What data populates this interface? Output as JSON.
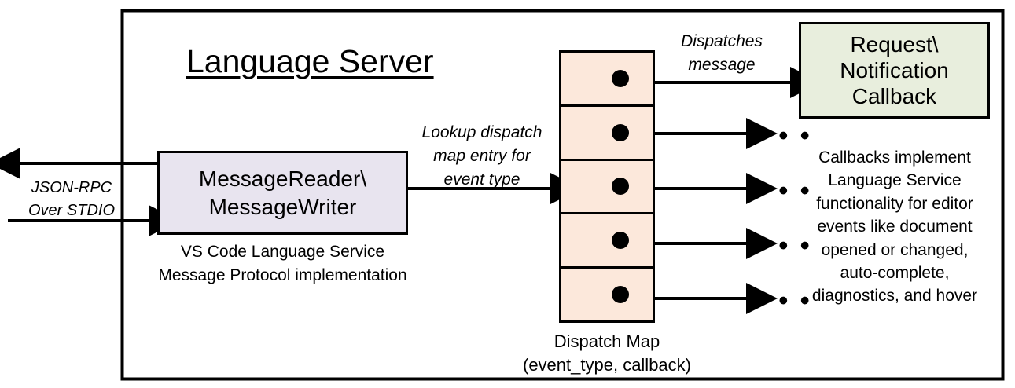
{
  "diagram": {
    "title": "Language Server",
    "nodes": {
      "message_reader": {
        "label": "MessageReader\\\nMessageWriter",
        "caption": "VS Code Language Service\nMessage Protocol implementation",
        "fill": "#e8e4ef"
      },
      "dispatch_map": {
        "caption": "Dispatch Map\n(event_type, callback)",
        "fill": "#fce8db",
        "cell_count": 5,
        "cells": [
          {
            "dot": "entry-dot"
          },
          {
            "dot": "entry-dot"
          },
          {
            "dot": "entry-dot"
          },
          {
            "dot": "entry-dot"
          },
          {
            "dot": "entry-dot"
          }
        ]
      },
      "callback": {
        "label": "Request\\\nNotification\nCallback",
        "caption": "Callbacks implement\nLanguage Service\nfunctionality for editor\nevents like document\nopened or changed,\nauto-complete,\ndiagnostics, and hover",
        "fill": "#e8eedd"
      }
    },
    "edges": {
      "json_rpc": "JSON-RPC\nOver STDIO",
      "lookup": "Lookup dispatch\nmap entry for\nevent type",
      "dispatches": "Dispatches\nmessage"
    },
    "ellipsis": "• • •",
    "colors": {
      "stroke": "#000000",
      "background": "#ffffff",
      "reader_fill": "#e8e4ef",
      "map_fill": "#fce8db",
      "callback_fill": "#e8eedd"
    }
  }
}
